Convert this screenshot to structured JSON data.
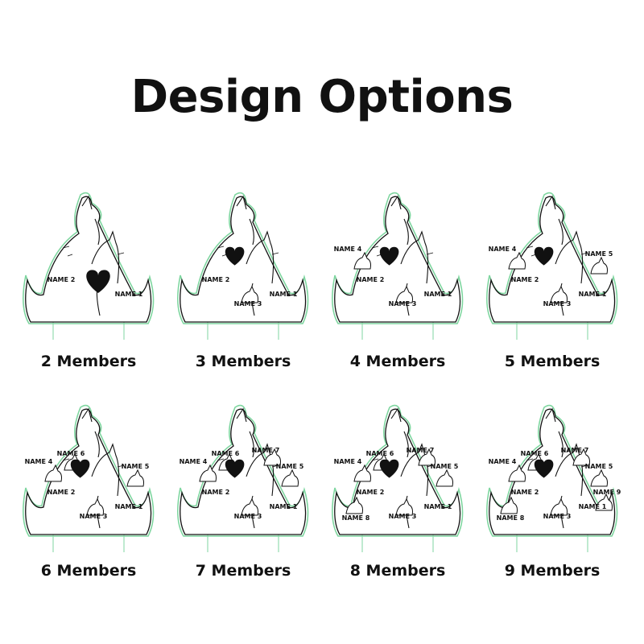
{
  "page": {
    "title": "Design Options"
  },
  "options": [
    {
      "label": "2 Members",
      "members": 2
    },
    {
      "label": "3 Members",
      "members": 3
    },
    {
      "label": "4 Members",
      "members": 4
    },
    {
      "label": "5 Members",
      "members": 5
    },
    {
      "label": "6 Members",
      "members": 6
    },
    {
      "label": "7 Members",
      "members": 7
    },
    {
      "label": "8 Members",
      "members": 8
    },
    {
      "label": "9 Members",
      "members": 9
    }
  ],
  "name_labels": [
    "NAME 1",
    "NAME 2",
    "NAME 3",
    "NAME 4",
    "NAME 5",
    "NAME 6",
    "NAME 7",
    "NAME 8",
    "NAME 9"
  ],
  "colors": {
    "outline": "#111111",
    "glow": "#7fd6a0",
    "heart": "#111111",
    "text": "#111111"
  }
}
